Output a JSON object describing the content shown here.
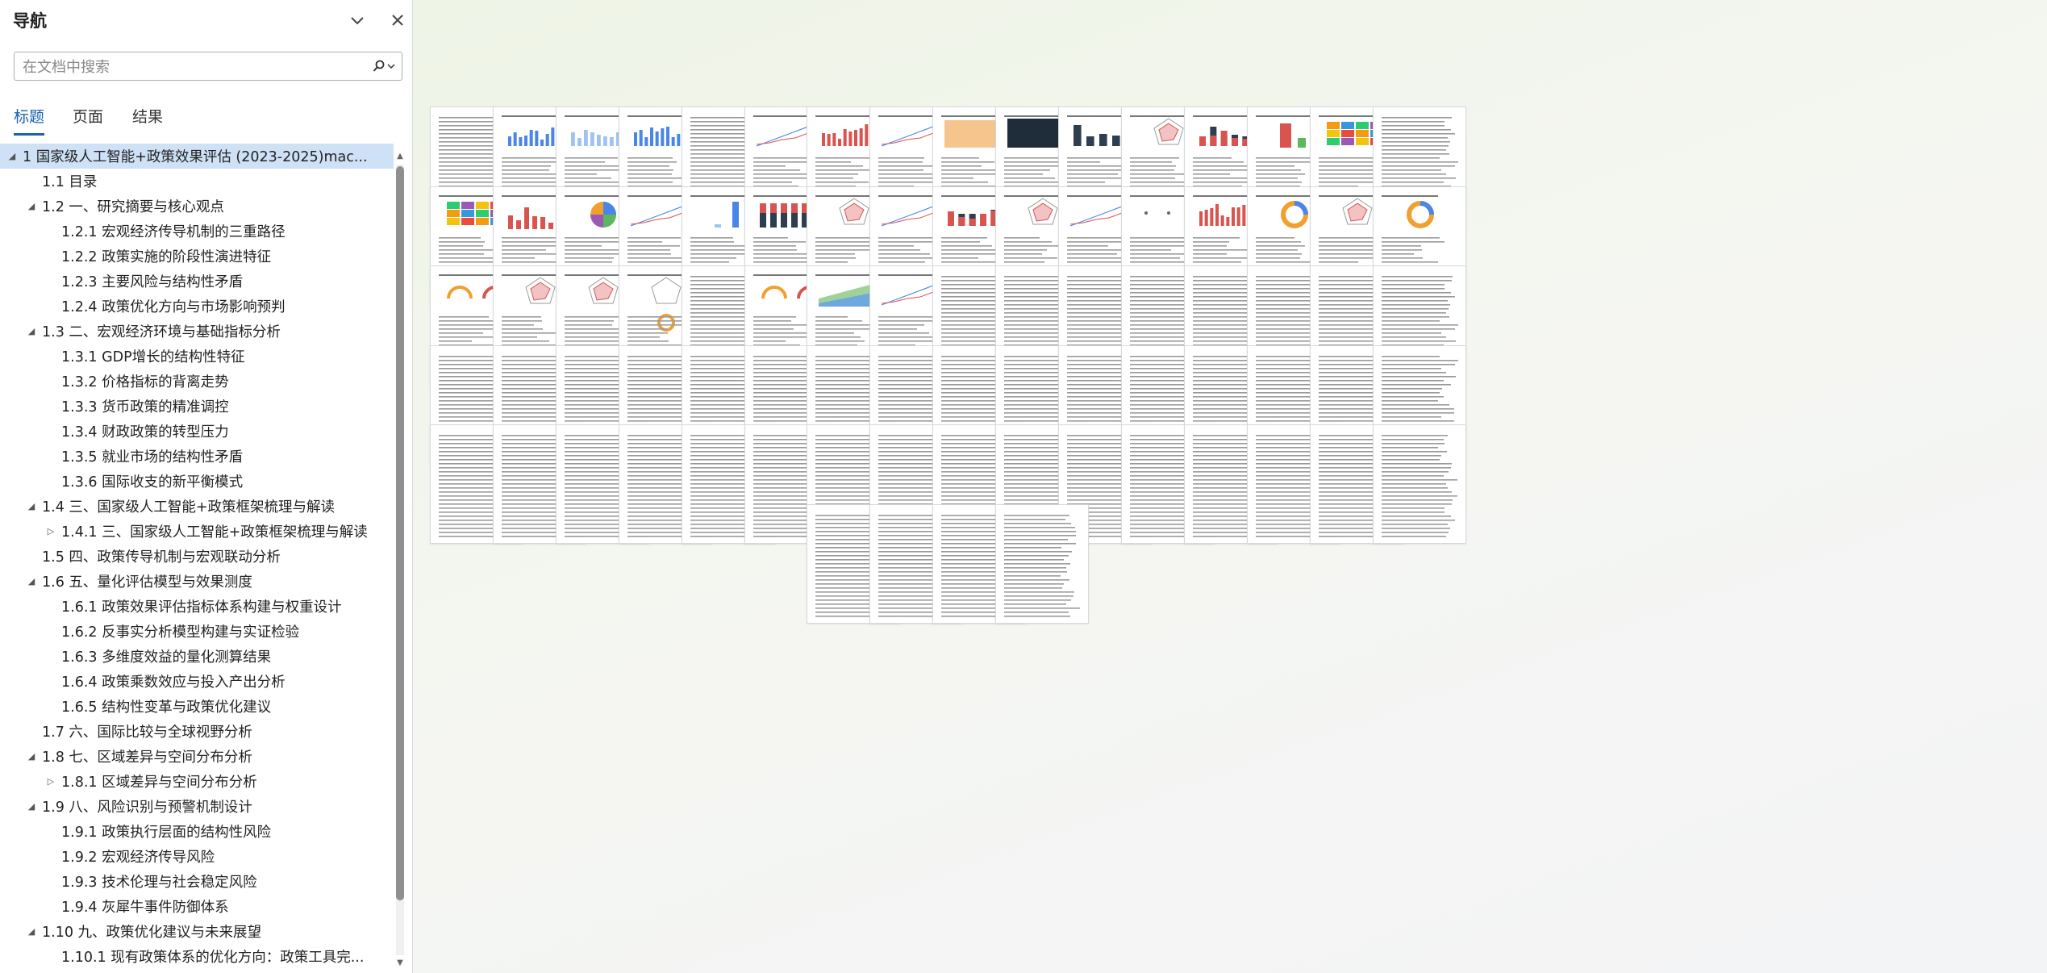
{
  "nav": {
    "title": "导航",
    "search": {
      "placeholder": "在文档中搜索"
    },
    "tabs": [
      {
        "label": "标题",
        "active": true
      },
      {
        "label": "页面",
        "active": false
      },
      {
        "label": "结果",
        "active": false
      }
    ],
    "items": [
      {
        "label": "1 国家级人工智能+政策效果评估 (2023-2025)mac...",
        "level": 0,
        "toggle": "expanded",
        "selected": true
      },
      {
        "label": "1.1 目录",
        "level": 1,
        "toggle": "none"
      },
      {
        "label": "1.2 一、研究摘要与核心观点",
        "level": 1,
        "toggle": "expanded"
      },
      {
        "label": "1.2.1 宏观经济传导机制的三重路径",
        "level": 2,
        "toggle": "none"
      },
      {
        "label": "1.2.2 政策实施的阶段性演进特征",
        "level": 2,
        "toggle": "none"
      },
      {
        "label": "1.2.3 主要风险与结构性矛盾",
        "level": 2,
        "toggle": "none"
      },
      {
        "label": "1.2.4 政策优化方向与市场影响预判",
        "level": 2,
        "toggle": "none"
      },
      {
        "label": "1.3 二、宏观经济环境与基础指标分析",
        "level": 1,
        "toggle": "expanded"
      },
      {
        "label": "1.3.1 GDP增长的结构性特征",
        "level": 2,
        "toggle": "none"
      },
      {
        "label": "1.3.2 价格指标的背离走势",
        "level": 2,
        "toggle": "none"
      },
      {
        "label": "1.3.3 货币政策的精准调控",
        "level": 2,
        "toggle": "none"
      },
      {
        "label": "1.3.4 财政政策的转型压力",
        "level": 2,
        "toggle": "none"
      },
      {
        "label": "1.3.5 就业市场的结构性矛盾",
        "level": 2,
        "toggle": "none"
      },
      {
        "label": "1.3.6 国际收支的新平衡模式",
        "level": 2,
        "toggle": "none"
      },
      {
        "label": "1.4 三、国家级人工智能+政策框架梳理与解读",
        "level": 1,
        "toggle": "expanded"
      },
      {
        "label": "1.4.1 三、国家级人工智能+政策框架梳理与解读",
        "level": 2,
        "toggle": "collapsed"
      },
      {
        "label": "1.5 四、政策传导机制与宏观联动分析",
        "level": 1,
        "toggle": "none"
      },
      {
        "label": "1.6 五、量化评估模型与效果测度",
        "level": 1,
        "toggle": "expanded"
      },
      {
        "label": "1.6.1 政策效果评估指标体系构建与权重设计",
        "level": 2,
        "toggle": "none"
      },
      {
        "label": "1.6.2 反事实分析模型构建与实证检验",
        "level": 2,
        "toggle": "none"
      },
      {
        "label": "1.6.3 多维度效益的量化测算结果",
        "level": 2,
        "toggle": "none"
      },
      {
        "label": "1.6.4 政策乘数效应与投入产出分析",
        "level": 2,
        "toggle": "none"
      },
      {
        "label": "1.6.5 结构性变革与政策优化建议",
        "level": 2,
        "toggle": "none"
      },
      {
        "label": "1.7 六、国际比较与全球视野分析",
        "level": 1,
        "toggle": "none"
      },
      {
        "label": "1.8 七、区域差异与空间分布分析",
        "level": 1,
        "toggle": "expanded"
      },
      {
        "label": "1.8.1 区域差异与空间分布分析",
        "level": 2,
        "toggle": "collapsed"
      },
      {
        "label": "1.9 八、风险识别与预警机制设计",
        "level": 1,
        "toggle": "expanded"
      },
      {
        "label": "1.9.1 政策执行层面的结构性风险",
        "level": 2,
        "toggle": "none"
      },
      {
        "label": "1.9.2 宏观经济传导风险",
        "level": 2,
        "toggle": "none"
      },
      {
        "label": "1.9.3 技术伦理与社会稳定风险",
        "level": 2,
        "toggle": "none"
      },
      {
        "label": "1.9.4 灰犀牛事件防御体系",
        "level": 2,
        "toggle": "none"
      },
      {
        "label": "1.10 九、政策优化建议与未来展望",
        "level": 1,
        "toggle": "expanded"
      },
      {
        "label": "1.10.1 现有政策体系的优化方向：政策工具完...",
        "level": 2,
        "toggle": "none"
      }
    ]
  },
  "icons": {
    "collapse": "chevron-down-icon",
    "close": "close-icon",
    "search": "magnifier-icon",
    "search_options": "chevron-down-icon",
    "expanded": "triangle-expanded-icon",
    "collapsed": "triangle-collapsed-icon"
  },
  "colors": {
    "accent": "#1a5fb4",
    "selected_row": "#cfe1f7",
    "chart_blue": "#4a86e8",
    "chart_red": "#d9534f",
    "chart_dark": "#2d3e50",
    "chart_orange": "#f0a030",
    "chart_green": "#5cb85c"
  },
  "thumbnails": [
    "text",
    "bar-blue",
    "bar-light",
    "bar-blue",
    "text",
    "line",
    "bar-red",
    "line",
    "table-peach",
    "chart-dark",
    "bar-dark",
    "radar",
    "bar-mixed",
    "bar-single-red",
    "heatmap",
    "text",
    "heatmap-chart",
    "bar-red-small",
    "pie",
    "line",
    "bar-single-blue",
    "stacked-bar",
    "radar",
    "lines-multi",
    "bar-mixed",
    "radar",
    "line",
    "dots",
    "bar-red",
    "donut",
    "radar",
    "donut",
    "gauges",
    "radar",
    "radar",
    "radar-donut",
    "text",
    "gauges",
    "area",
    "line",
    "text",
    "text",
    "text",
    "text",
    "text",
    "text",
    "text",
    "text",
    "text",
    "text",
    "text",
    "text",
    "text",
    "text",
    "text",
    "text",
    "text",
    "text",
    "text",
    "text",
    "text",
    "text",
    "text",
    "text",
    "text",
    "text",
    "text",
    "text",
    "text",
    "text",
    "text",
    "text",
    "text",
    "text",
    "text",
    "text",
    "text",
    "text",
    "text",
    "text",
    "text",
    "text",
    "text",
    "text"
  ]
}
